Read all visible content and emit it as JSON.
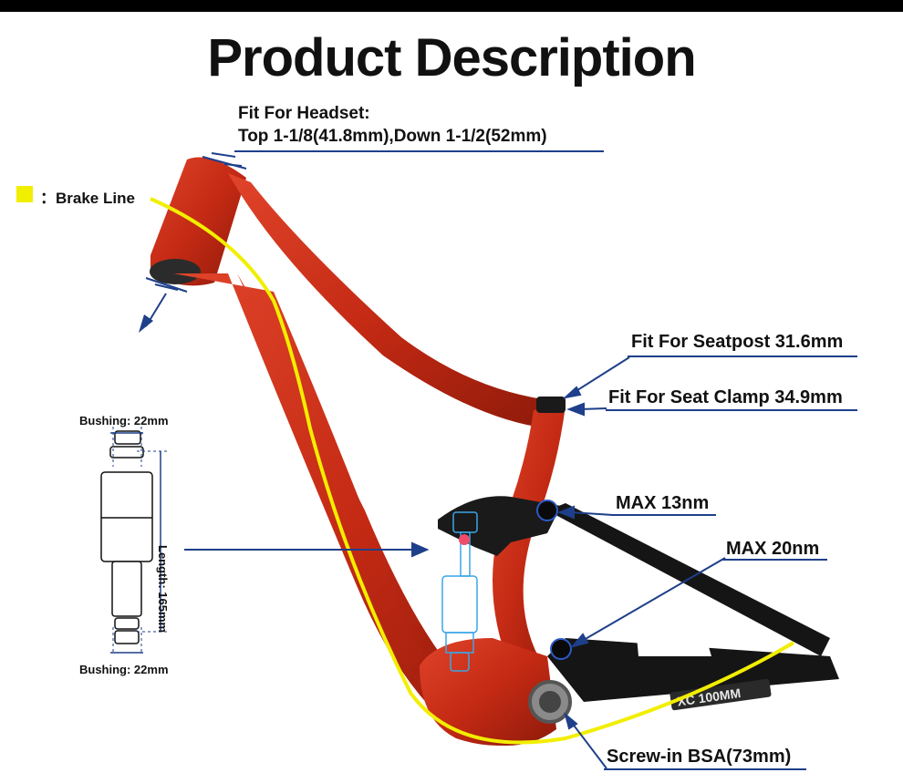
{
  "title": "Product Description",
  "headset": {
    "line1": "Fit For Headset:",
    "line2": "Top 1-1/8(41.8mm),Down 1-1/2(52mm)"
  },
  "legend": {
    "label": "：Brake Line",
    "color": "#f2ee00"
  },
  "callouts": {
    "seatpost": "Fit For Seatpost 31.6mm",
    "seat_clamp": "Fit For Seat Clamp 34.9mm",
    "max13": "MAX 13nm",
    "max20": "MAX 20nm",
    "bottom_bracket": "Screw-in BSA(73mm)"
  },
  "shock": {
    "bushing_top": "Bushing: 22mm",
    "bushing_bottom": "Bushing: 22mm",
    "length": "Length: 165mm"
  },
  "decal": "XC 100MM",
  "colors": {
    "frame_red": "#c42a14",
    "carbon_black": "#151515",
    "accent_blue": "#1e3f8a",
    "brake_line": "#f2ee00",
    "shock_blue": "#3aa6e6"
  }
}
